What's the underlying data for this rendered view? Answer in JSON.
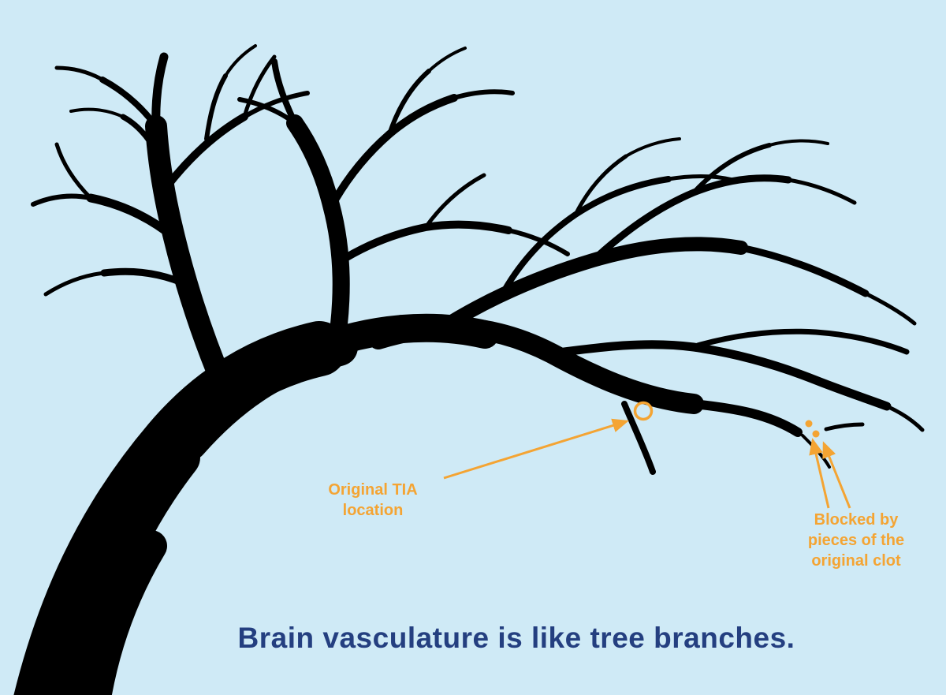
{
  "colors": {
    "background": "#cfeaf6",
    "tree": "#000000",
    "accent": "#f4a433",
    "caption_text": "#243f80"
  },
  "caption": {
    "text": "Brain vasculature is like tree branches."
  },
  "annotations": {
    "tia": {
      "line1": "Original TIA",
      "line2": "location"
    },
    "clot": {
      "line1": "Blocked by",
      "line2": "pieces of the",
      "line3": "original clot"
    }
  }
}
